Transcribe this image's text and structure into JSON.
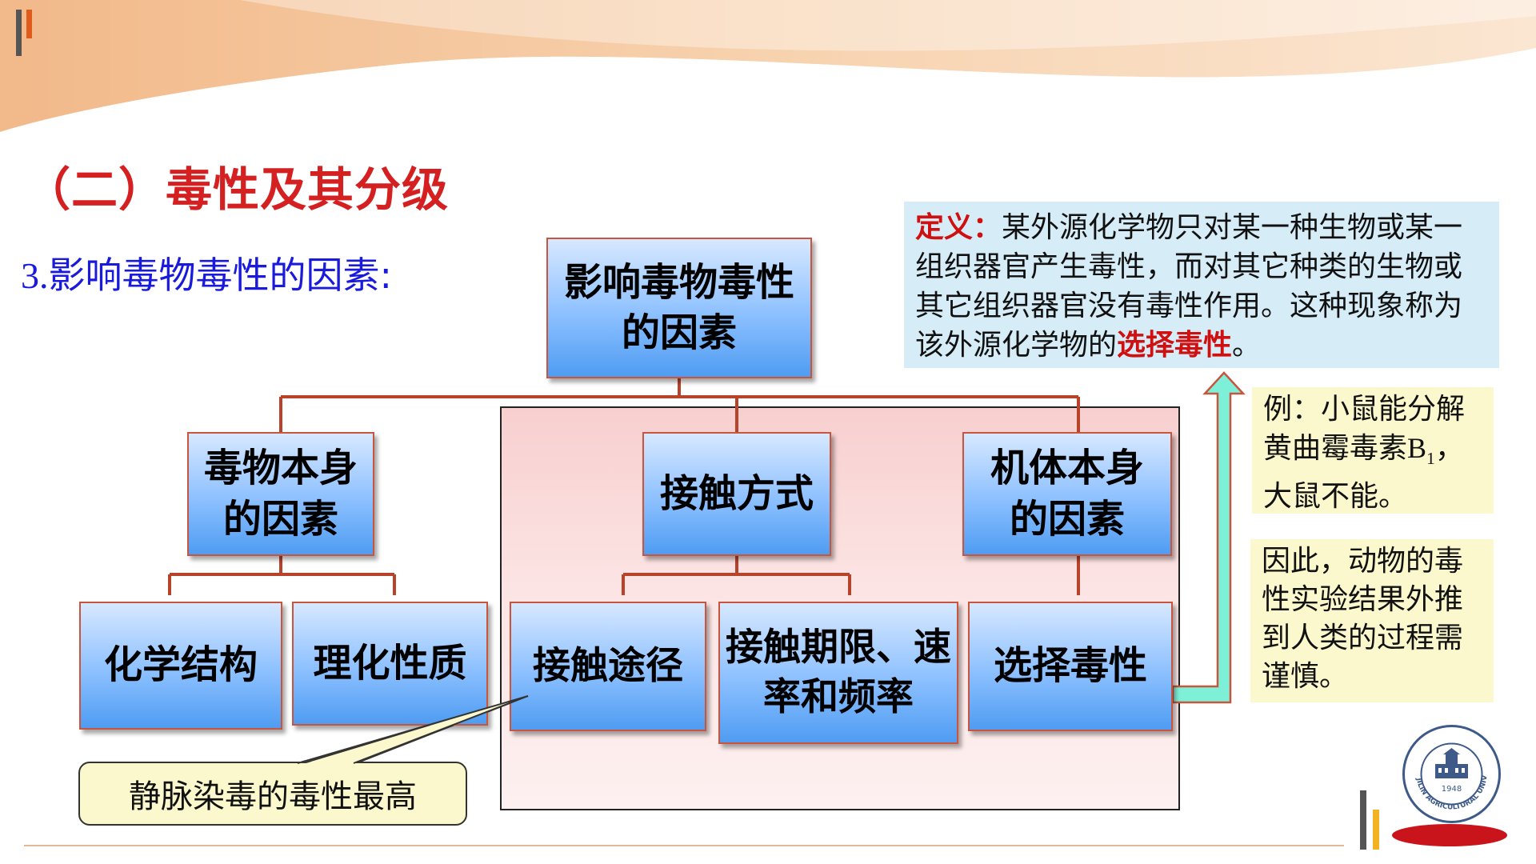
{
  "header": {
    "title": "（二）毒性及其分级",
    "subtitle_num": "3.",
    "subtitle_text": "影响毒物毒性的因素:"
  },
  "diagram": {
    "root": "影响毒物毒性的因素",
    "level1": {
      "toxicant": "毒物本身的因素",
      "contact_mode": "接触方式",
      "organism": "机体本身的因素"
    },
    "level2": {
      "chemical_structure": "化学结构",
      "physchem_props": "理化性质",
      "contact_route": "接触途径",
      "contact_duration": "接触期限、速率和频率",
      "selective_toxicity": "选择毒性"
    },
    "callout": "静脉染毒的毒性最高"
  },
  "definition": {
    "label": "定义：",
    "text1": "某外源化学物只对某一种生物或某一组织器官产生毒性，而对其它种类的生物或其它组织器官没有毒性作用。这种现象称为该外源化学物的",
    "highlight": "选择毒性",
    "end": "。"
  },
  "example": {
    "text1": "例：小鼠能分解黄曲霉毒素",
    "b_letter": "B",
    "b_sub": "1",
    "text2": "，大鼠不能。"
  },
  "caution": {
    "text": "因此，动物的毒性实验结果外推到人类的过程需谨慎。"
  },
  "logo": {
    "year": "1948",
    "ring_text": "JILIN AGRICULTURAL UNIVERSITY"
  },
  "colors": {
    "title_red": "#d42020",
    "subtitle_blue": "#1a1adc",
    "box_border": "#c8553d",
    "connector": "#b8432b",
    "arrow_fill": "#7ff0d8",
    "def_bg": "#d6ecf6",
    "note_bg": "#fbf8cd"
  }
}
